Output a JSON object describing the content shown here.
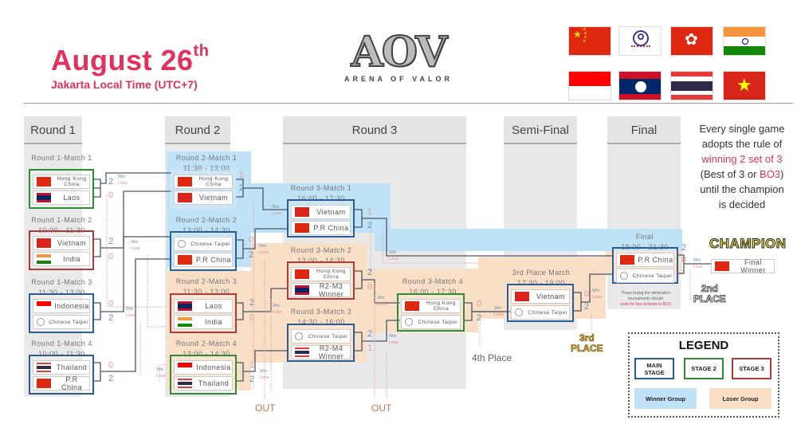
{
  "header": {
    "date": "August 26",
    "date_suffix": "th",
    "timezone": "Jakarta Local Time (UTC+7)",
    "logo_main": "AOV",
    "logo_sub": "ARENA OF VALOR"
  },
  "flags": [
    "China",
    "Chinese Taipei",
    "Hong Kong China",
    "India",
    "Indonesia",
    "Laos",
    "Thailand",
    "Vietnam"
  ],
  "rounds": [
    {
      "label": "Round 1"
    },
    {
      "label": "Round 2"
    },
    {
      "label": "Round 3"
    },
    {
      "label": "Semi-Final"
    },
    {
      "label": "Final"
    }
  ],
  "matches": {
    "r1m1": {
      "title": "Round 1-Match 1",
      "time": "",
      "team1": "Hong Kong China",
      "team2": "Laos",
      "score1": "2",
      "score2": "0",
      "stage": "green"
    },
    "r1m2": {
      "title": "Round 1-Match 2",
      "time": "10:00 - 11:30",
      "team1": "Vietnam",
      "team2": "India",
      "score1": "2",
      "score2": "0",
      "stage": "red"
    },
    "r1m3": {
      "title": "Round 1-Match 3",
      "time": "11:30 - 13:00",
      "team1": "Indonesia",
      "team2": "Chinese Taipei",
      "score1": "0",
      "score2": "2",
      "stage": "blue"
    },
    "r1m4": {
      "title": "Round 1-Match 4",
      "time": "10:00 - 11:30",
      "team1": "Thailand",
      "team2": "P.R China",
      "score1": "0",
      "score2": "2",
      "stage": "blue"
    },
    "r2m1": {
      "title": "Round 2-Match 1",
      "time": "11:30 - 13:00",
      "team1": "Hong Kong China",
      "team2": "Vietnam",
      "score1": "1",
      "score2": "2",
      "stage": "none"
    },
    "r2m2": {
      "title": "Round 2-Match 2",
      "time": "13:00 - 14:30",
      "team1": "Chinese Taipei",
      "team2": "P.R China",
      "score1": "0",
      "score2": "2",
      "stage": "blue"
    },
    "r2m3": {
      "title": "Round 2-Match 3",
      "time": "11:30 - 13:00",
      "team1": "Laos",
      "team2": "India",
      "score1": "2",
      "score2": "0",
      "stage": "red"
    },
    "r2m4": {
      "title": "Round 2-Match 4",
      "time": "13:00 - 14:30",
      "team1": "Indonesia",
      "team2": "Thailand",
      "score1": "1",
      "score2": "2",
      "stage": "green"
    },
    "r3m1": {
      "title": "Round 3-Match 1",
      "time": "16:00 - 17:30",
      "team1": "Vietnam",
      "team2": "P.R China",
      "score1": "1",
      "score2": "2",
      "stage": "blue"
    },
    "r3m2": {
      "title": "Round 3-Match 2",
      "time": "13:00 - 14:30",
      "team1": "Hong Kong China",
      "team2": "R2-M3 Winner",
      "score1": "2",
      "score2": "0",
      "stage": "red"
    },
    "r3m3": {
      "title": "Round 3-Match 3",
      "time": "14:30 - 16:00",
      "team1": "Chinese Taipei",
      "team2": "R2-M4 Winner",
      "score1": "2",
      "score2": "1",
      "stage": "blue"
    },
    "r3m4": {
      "title": "Round 3-Match 4",
      "time": "16:00 - 17:30",
      "team1": "Hong Kong China",
      "team2": "Chinese Taipei",
      "score1": "0",
      "score2": "2",
      "stage": "green"
    },
    "sf": {
      "title": "3rd Place Match",
      "time": "17:30 - 19:00",
      "team1": "Vietnam",
      "team2": "Chinese Taipei",
      "score1": "0",
      "score2": "2",
      "stage": "blue"
    },
    "final": {
      "title": "Final",
      "time": "19:00 - 21:30",
      "team1": "P.R China",
      "team2": "Chinese Taipei",
      "score1": "2",
      "score2": "0",
      "stage": "blue"
    }
  },
  "final_winner": "Final Winner",
  "win_label": "Win",
  "lose_label": "Lose",
  "out_label": "OUT",
  "fourth_place": "4th Place",
  "third_place": [
    "3rd",
    "PLACE"
  ],
  "second_place": [
    "2nd",
    "PLACE"
  ],
  "champion": "CHAMPION",
  "final_note": [
    "Those losing the elimination",
    "tournaments should",
    "seek for two victories in BO3"
  ],
  "rules": {
    "line1": "Every single game",
    "line2": "adopts the rule of",
    "line3": "winning 2 set of 3",
    "line4a": "(Best of 3 or ",
    "line4b": "BO3",
    "line4c": ")",
    "line5": "until the champion",
    "line6": "is decided"
  },
  "legend": {
    "title": "LEGEND",
    "main_stage": "MAIN STAGE",
    "stage2": "STAGE 2",
    "stage3": "STAGE 3",
    "winner_group": "Winner Group",
    "loser_group": "Loser Group"
  },
  "colors": {
    "accent": "#e0325c",
    "stage_main": "#2b5c95",
    "stage2": "#2f8a3a",
    "stage3": "#b03a3a",
    "winner_group": "#bfe2f6",
    "loser_group": "#f9dfc6"
  }
}
